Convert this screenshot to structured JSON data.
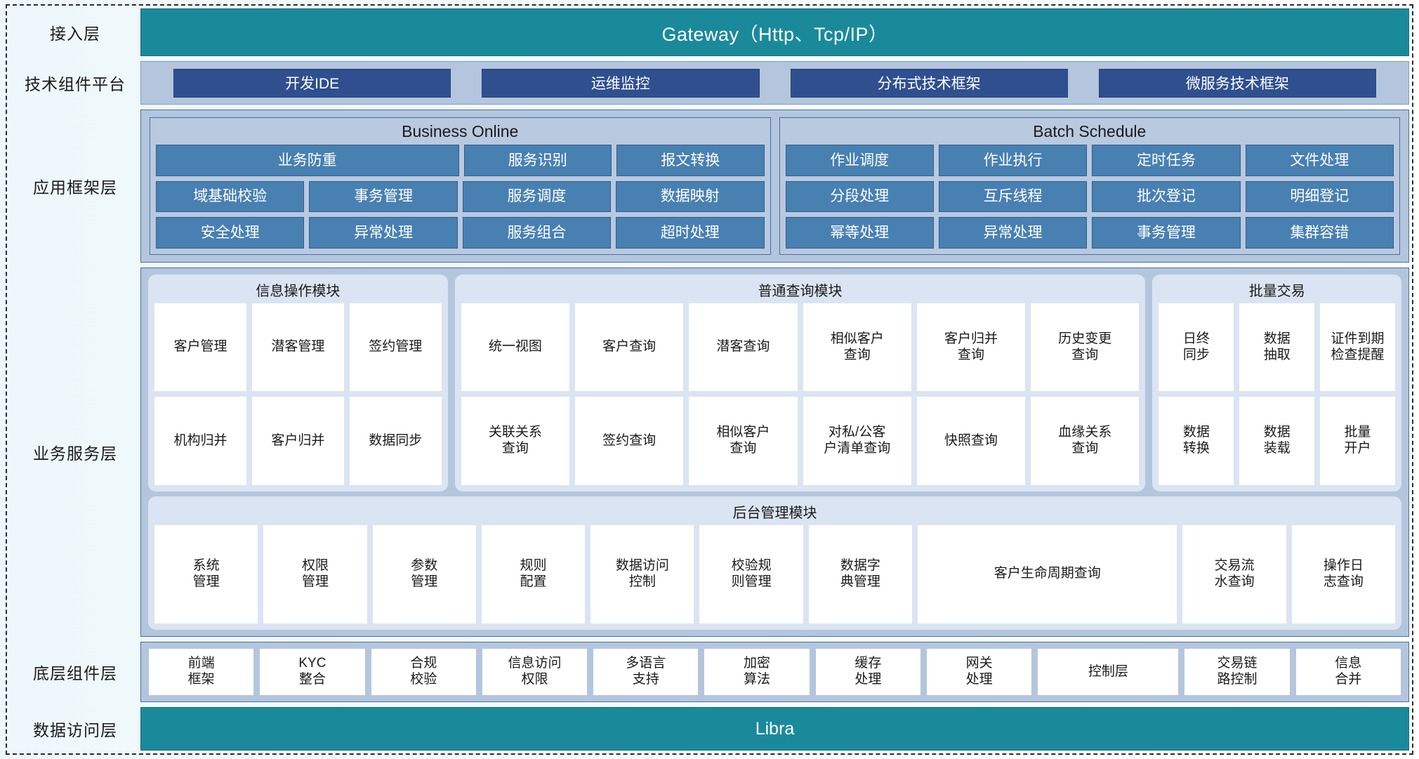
{
  "layers": {
    "access": {
      "label": "接入层",
      "bar_text": "Gateway（Http、Tcp/IP）"
    },
    "tech_platform": {
      "label": "技术组件平台",
      "chips": [
        "开发IDE",
        "运维监控",
        "分布式技术框架",
        "微服务技术框架"
      ]
    },
    "app_framework": {
      "label": "应用框架层",
      "panels": [
        {
          "title": "Business Online",
          "rows": [
            [
              {
                "text": "业务防重",
                "span": 2
              },
              {
                "text": "服务识别",
                "span": 1
              },
              {
                "text": "报文转换",
                "span": 1
              }
            ],
            [
              {
                "text": "域基础校验",
                "span": 1
              },
              {
                "text": "事务管理",
                "span": 1
              },
              {
                "text": "服务调度",
                "span": 1
              },
              {
                "text": "数据映射",
                "span": 1
              }
            ],
            [
              {
                "text": "安全处理",
                "span": 1
              },
              {
                "text": "异常处理",
                "span": 1
              },
              {
                "text": "服务组合",
                "span": 1
              },
              {
                "text": "超时处理",
                "span": 1
              }
            ]
          ]
        },
        {
          "title": "Batch Schedule",
          "rows": [
            [
              {
                "text": "作业调度",
                "span": 1
              },
              {
                "text": "作业执行",
                "span": 1
              },
              {
                "text": "定时任务",
                "span": 1
              },
              {
                "text": "文件处理",
                "span": 1
              }
            ],
            [
              {
                "text": "分段处理",
                "span": 1
              },
              {
                "text": "互斥线程",
                "span": 1
              },
              {
                "text": "批次登记",
                "span": 1
              },
              {
                "text": "明细登记",
                "span": 1
              }
            ],
            [
              {
                "text": "幂等处理",
                "span": 1
              },
              {
                "text": "异常处理",
                "span": 1
              },
              {
                "text": "事务管理",
                "span": 1
              },
              {
                "text": "集群容错",
                "span": 1
              }
            ]
          ]
        }
      ]
    },
    "business_service": {
      "label": "业务服务层",
      "modules_top": [
        {
          "title": "信息操作模块",
          "rows": [
            [
              "客户管理",
              "潜客管理",
              "签约管理"
            ],
            [
              "机构归并",
              "客户归并",
              "数据同步"
            ]
          ]
        },
        {
          "title": "普通查询模块",
          "rows": [
            [
              "统一视图",
              "客户查询",
              "潜客查询",
              "相似客户\n查询",
              "客户归并\n查询",
              "历史变更\n查询"
            ],
            [
              "关联关系\n查询",
              "签约查询",
              "相似客户\n查询",
              "对私/公客\n户清单查询",
              "快照查询",
              "血缘关系\n查询"
            ]
          ]
        },
        {
          "title": "批量交易",
          "rows": [
            [
              "日终\n同步",
              "数据\n抽取",
              "证件到期\n检查提醒"
            ],
            [
              "数据\n转换",
              "数据\n装载",
              "批量\n开户"
            ]
          ]
        }
      ],
      "module_back": {
        "title": "后台管理模块",
        "items": [
          {
            "text": "系统\n管理",
            "wide": false
          },
          {
            "text": "权限\n管理",
            "wide": false
          },
          {
            "text": "参数\n管理",
            "wide": false
          },
          {
            "text": "规则\n配置",
            "wide": false
          },
          {
            "text": "数据访问\n控制",
            "wide": false
          },
          {
            "text": "校验规\n则管理",
            "wide": false
          },
          {
            "text": "数据字\n典管理",
            "wide": false
          },
          {
            "text": "客户生命周期查询",
            "wide": true
          },
          {
            "text": "交易流\n水查询",
            "wide": false
          },
          {
            "text": "操作日\n志查询",
            "wide": false
          }
        ]
      }
    },
    "bottom_components": {
      "label": "底层组件层",
      "items": [
        {
          "text": "前端\n框架",
          "wide": false
        },
        {
          "text": "KYC\n整合",
          "wide": false
        },
        {
          "text": "合规\n校验",
          "wide": false
        },
        {
          "text": "信息访问\n权限",
          "wide": false
        },
        {
          "text": "多语言\n支持",
          "wide": false
        },
        {
          "text": "加密\n算法",
          "wide": false
        },
        {
          "text": "缓存\n处理",
          "wide": false
        },
        {
          "text": "网关\n处理",
          "wide": false
        },
        {
          "text": "控制层",
          "wide": true
        },
        {
          "text": "交易链\n路控制",
          "wide": false
        },
        {
          "text": "信息\n合并",
          "wide": false
        }
      ]
    },
    "data_access": {
      "label": "数据访问层",
      "bar_text": "Libra"
    }
  },
  "colors": {
    "teal": "#1a8a9b",
    "panel_blue": "#b3c6dd",
    "chip_navy": "#2f4f8f",
    "chip_steel": "#4880b2",
    "card_bg": "#dbe4f2",
    "box_white": "#ffffff"
  }
}
